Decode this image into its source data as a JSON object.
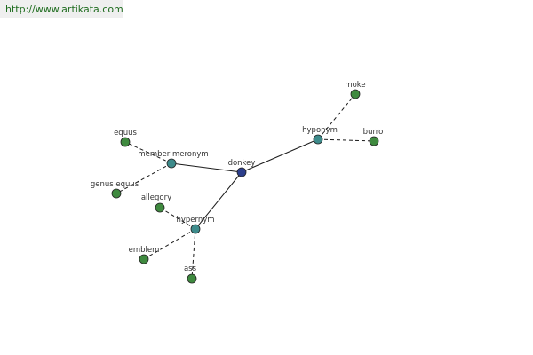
{
  "banner": {
    "url": "http://www.artikata.com"
  },
  "graph": {
    "colors": {
      "center": "#2c3e8c",
      "relation": "#3d8b8b",
      "leaf": "#3f8a3f"
    },
    "nodes": [
      {
        "id": "donkey",
        "label": "donkey",
        "kind": "center"
      },
      {
        "id": "hyponym",
        "label": "hyponym",
        "kind": "relation"
      },
      {
        "id": "member-meronym",
        "label": "member meronym",
        "kind": "relation"
      },
      {
        "id": "hypernym",
        "label": "hypernym",
        "kind": "relation"
      },
      {
        "id": "moke",
        "label": "moke",
        "kind": "leaf"
      },
      {
        "id": "burro",
        "label": "burro",
        "kind": "leaf"
      },
      {
        "id": "equus",
        "label": "equus",
        "kind": "leaf"
      },
      {
        "id": "genus-equus",
        "label": "genus equus",
        "kind": "leaf"
      },
      {
        "id": "allegory",
        "label": "allegory",
        "kind": "leaf"
      },
      {
        "id": "emblem",
        "label": "emblem",
        "kind": "leaf"
      },
      {
        "id": "ass",
        "label": "ass",
        "kind": "leaf"
      }
    ],
    "edges": [
      {
        "from": "donkey",
        "to": "hyponym",
        "style": "solid"
      },
      {
        "from": "donkey",
        "to": "member-meronym",
        "style": "solid"
      },
      {
        "from": "donkey",
        "to": "hypernym",
        "style": "solid"
      },
      {
        "from": "hyponym",
        "to": "moke",
        "style": "dashed"
      },
      {
        "from": "hyponym",
        "to": "burro",
        "style": "dashed"
      },
      {
        "from": "member-meronym",
        "to": "equus",
        "style": "dashed"
      },
      {
        "from": "member-meronym",
        "to": "genus-equus",
        "style": "dashed"
      },
      {
        "from": "hypernym",
        "to": "allegory",
        "style": "dashed"
      },
      {
        "from": "hypernym",
        "to": "emblem",
        "style": "dashed"
      },
      {
        "from": "hypernym",
        "to": "ass",
        "style": "dashed"
      }
    ]
  }
}
